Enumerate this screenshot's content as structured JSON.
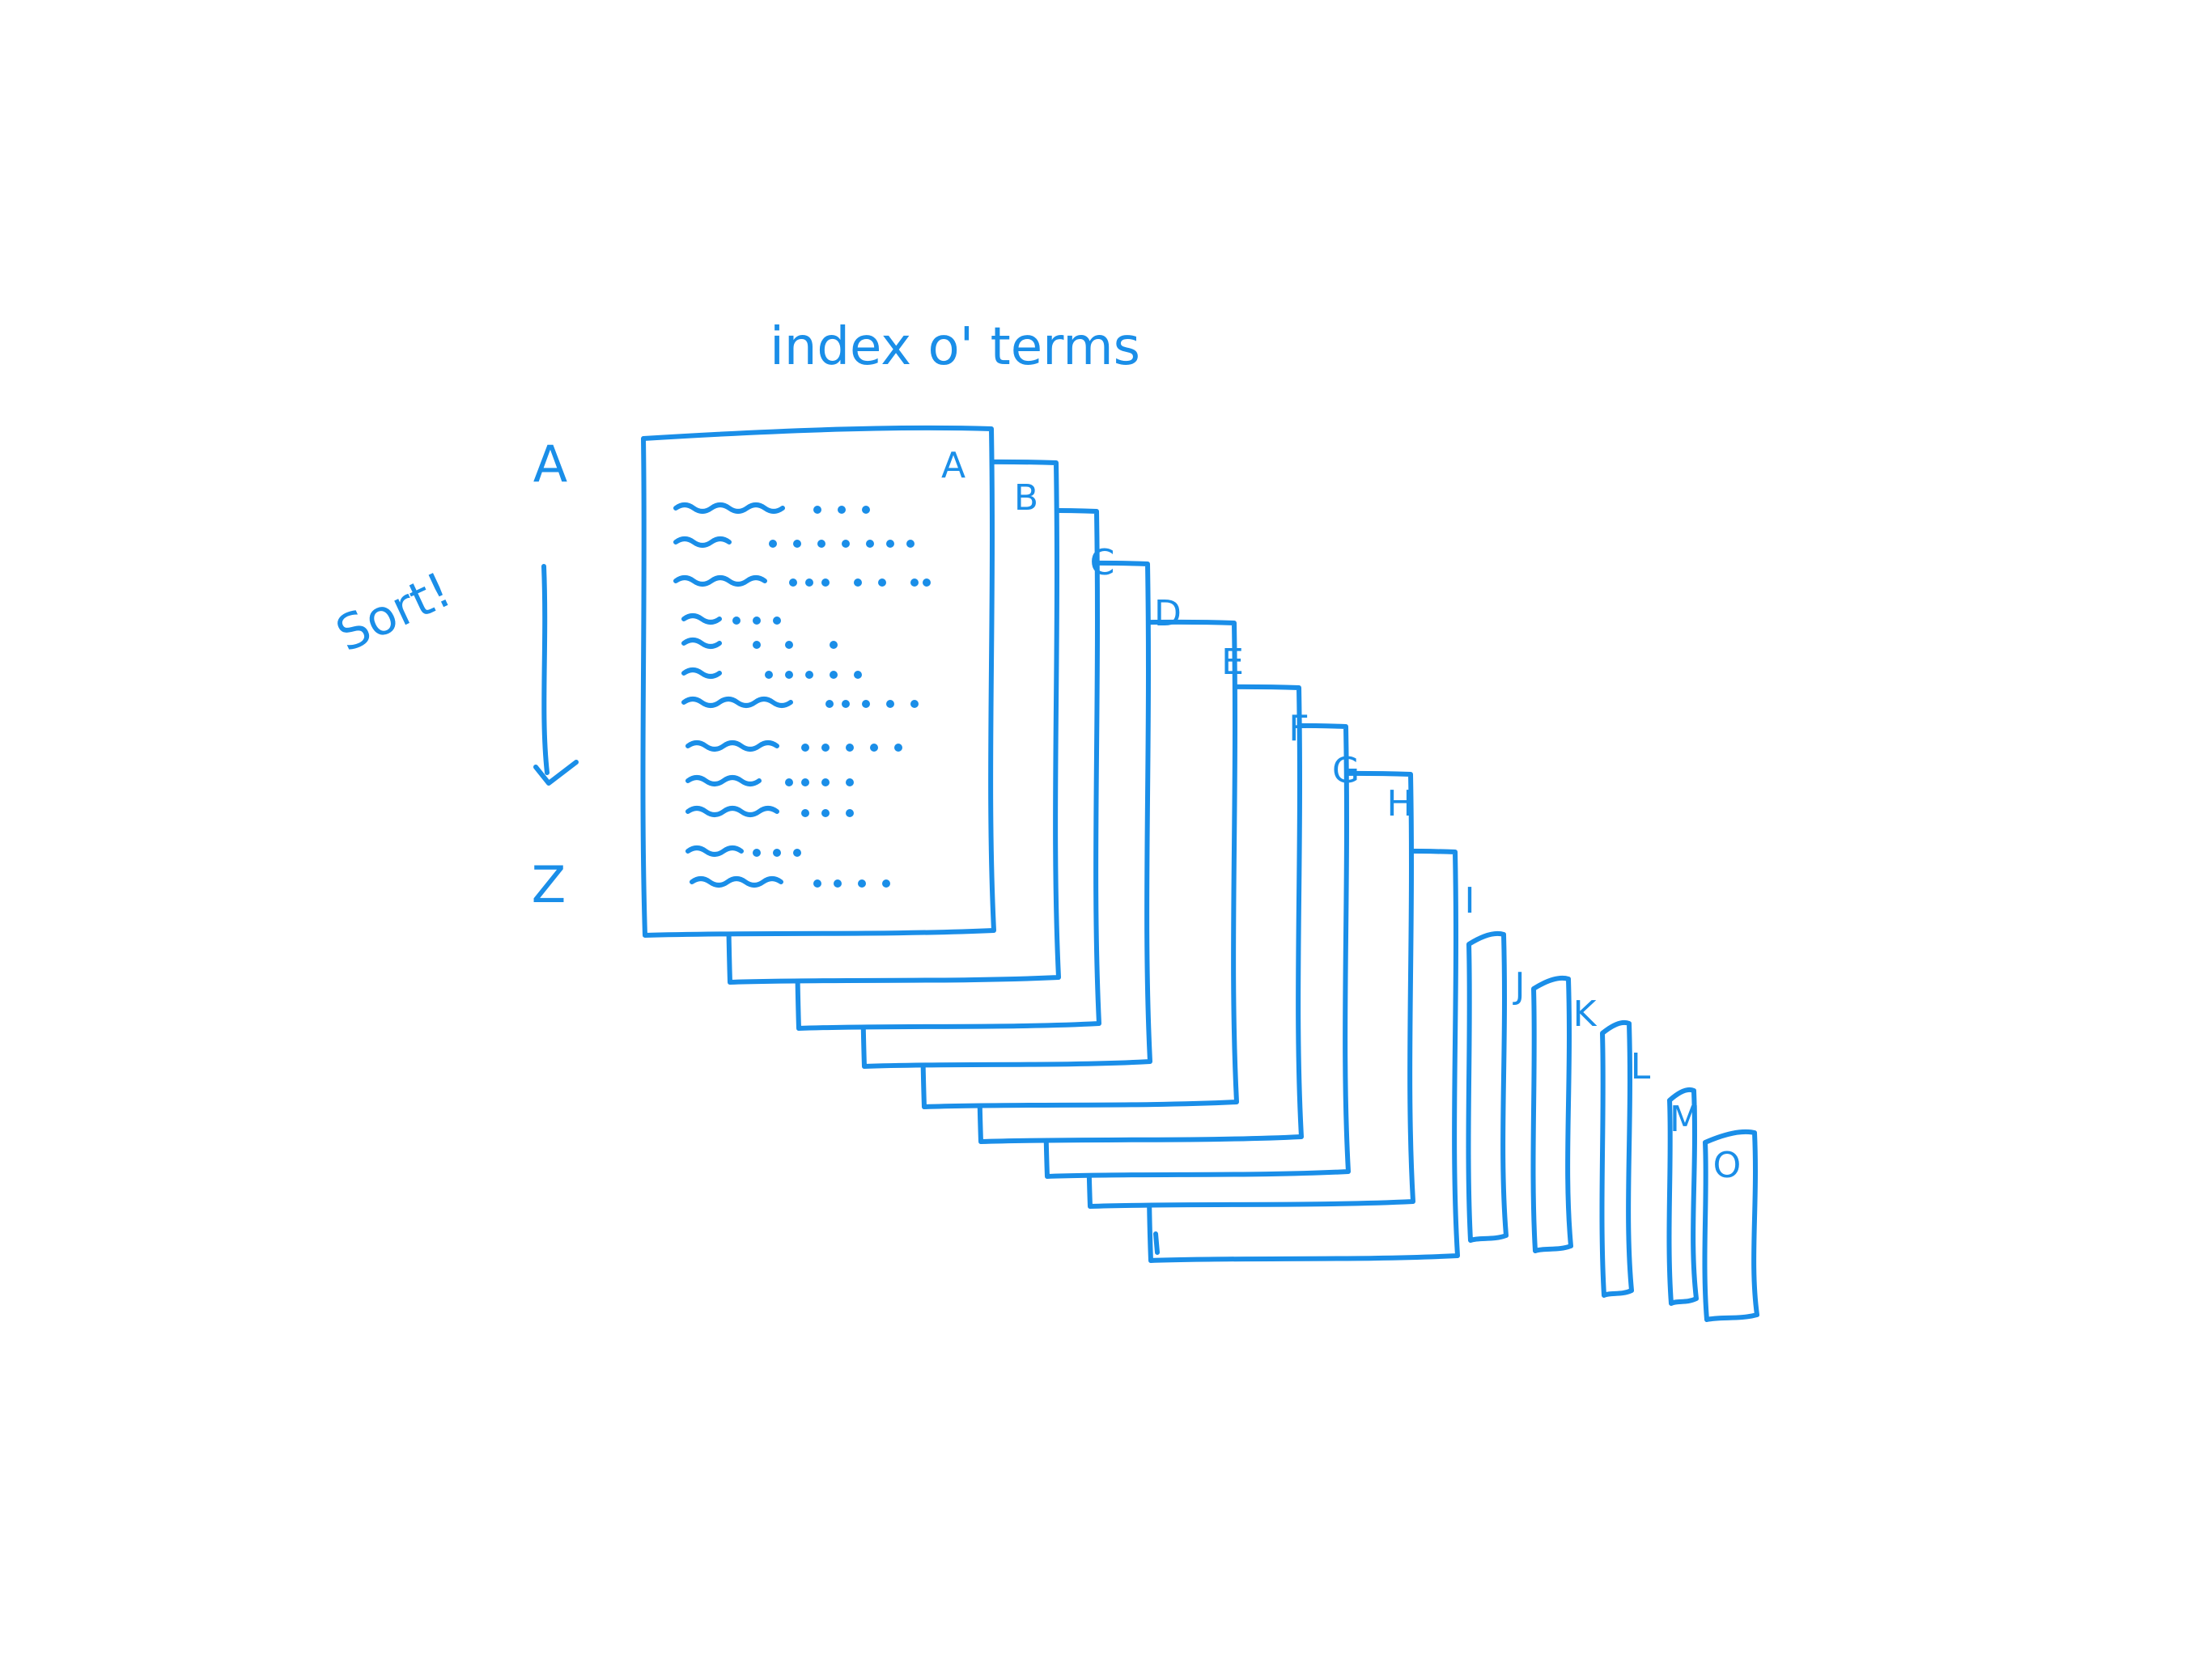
{
  "title": "index o' terms",
  "scale": {
    "top": "A",
    "bottom": "Z",
    "action": "Sort!"
  },
  "tabs": [
    "A",
    "B",
    "C",
    "D",
    "E",
    "F",
    "G",
    "H",
    "I",
    "J",
    "K",
    "L",
    "M",
    "O"
  ],
  "colors": {
    "ink": "#1a8ee8",
    "background": "#ffffff"
  }
}
